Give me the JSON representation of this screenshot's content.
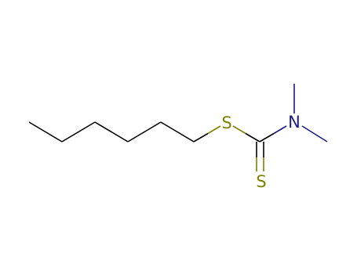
{
  "molecule": {
    "atoms": {
      "sulfur_thioether": {
        "symbol": "S",
        "color": "#808000"
      },
      "nitrogen": {
        "symbol": "N",
        "color": "#1a1a8c"
      },
      "sulfur_thione": {
        "symbol": "S",
        "color": "#808000"
      }
    },
    "colors": {
      "carbon_bond": "#000000",
      "sulfur": "#808000",
      "nitrogen": "#1a1a8c",
      "background": "#ffffff"
    }
  }
}
